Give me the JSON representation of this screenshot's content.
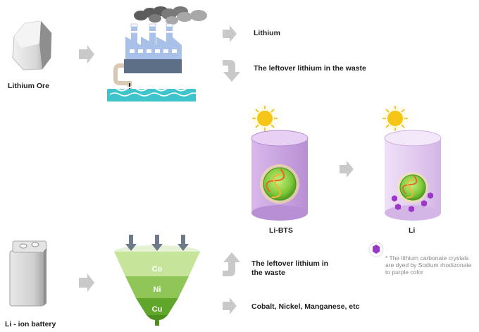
{
  "labels": {
    "lithium_ore": "Lithium Ore",
    "lithium_out": "Lithium",
    "leftover_top": "The leftover lithium in the waste",
    "li_bts": "Li-BTS",
    "li": "Li",
    "li_ion_battery": "Li - ion battery",
    "leftover_bottom": "The leftover lithium in the waste",
    "cobalt_etc": "Cobalt, Nickel, Manganese, etc",
    "note": "* The lithium carbonate crystals are dyed by Sodium rhodizonate to purple color"
  },
  "funnel": {
    "co": "Co",
    "ni": "Ni",
    "cu": "Cu"
  },
  "colors": {
    "arrow": "#c9c9c9",
    "cylinder_left": "#c9a4e0",
    "cylinder_right": "#e3ccf0",
    "funnel_top": "#c6e49a",
    "funnel_mid": "#8fc657",
    "funnel_bottom": "#5fa62a",
    "crystal": "#9b38c8",
    "sun": "#f5c518"
  }
}
